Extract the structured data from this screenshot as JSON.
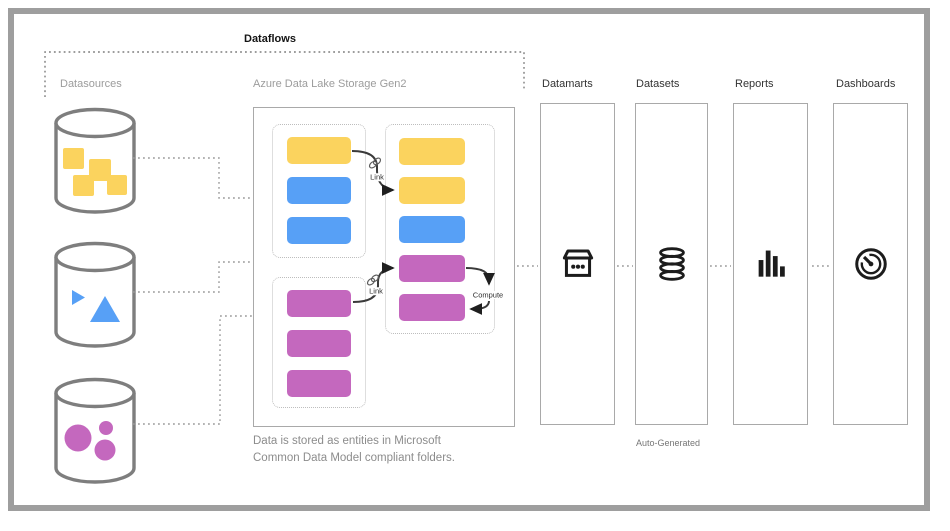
{
  "header": {
    "title": "Dataflows"
  },
  "columns": {
    "datasources": {
      "label": "Datasources"
    },
    "adls": {
      "label": "Azure Data Lake Storage Gen2",
      "caption": "Data is stored as entities in Microsoft Common Data Model compliant folders."
    }
  },
  "stages": [
    {
      "label": "Datamarts",
      "icon": "datamart-box-icon"
    },
    {
      "label": "Datasets",
      "icon": "datasets-cylinder-stack-icon",
      "note": "Auto-Generated"
    },
    {
      "label": "Reports",
      "icon": "reports-bar-chart-icon"
    },
    {
      "label": "Dashboards",
      "icon": "dashboards-gauge-icon"
    }
  ],
  "annotations": {
    "link_a": "Link",
    "link_b": "Link",
    "compute": "Compute"
  },
  "colors": {
    "yellow": "#FBD35E",
    "blue": "#57A0F6",
    "magenta": "#C468BE",
    "frame_gray": "#9E9E9E",
    "icon_black": "#1C1C1C"
  },
  "datasources": [
    {
      "shape": "squares",
      "color": "yellow"
    },
    {
      "shape": "triangles",
      "color": "blue"
    },
    {
      "shape": "circles",
      "color": "magenta"
    }
  ],
  "entity_groups": {
    "left_top": [
      "yellow",
      "blue",
      "blue"
    ],
    "left_bottom": [
      "magenta",
      "magenta",
      "magenta"
    ],
    "right": [
      "yellow",
      "yellow",
      "blue",
      "magenta",
      "magenta"
    ]
  }
}
